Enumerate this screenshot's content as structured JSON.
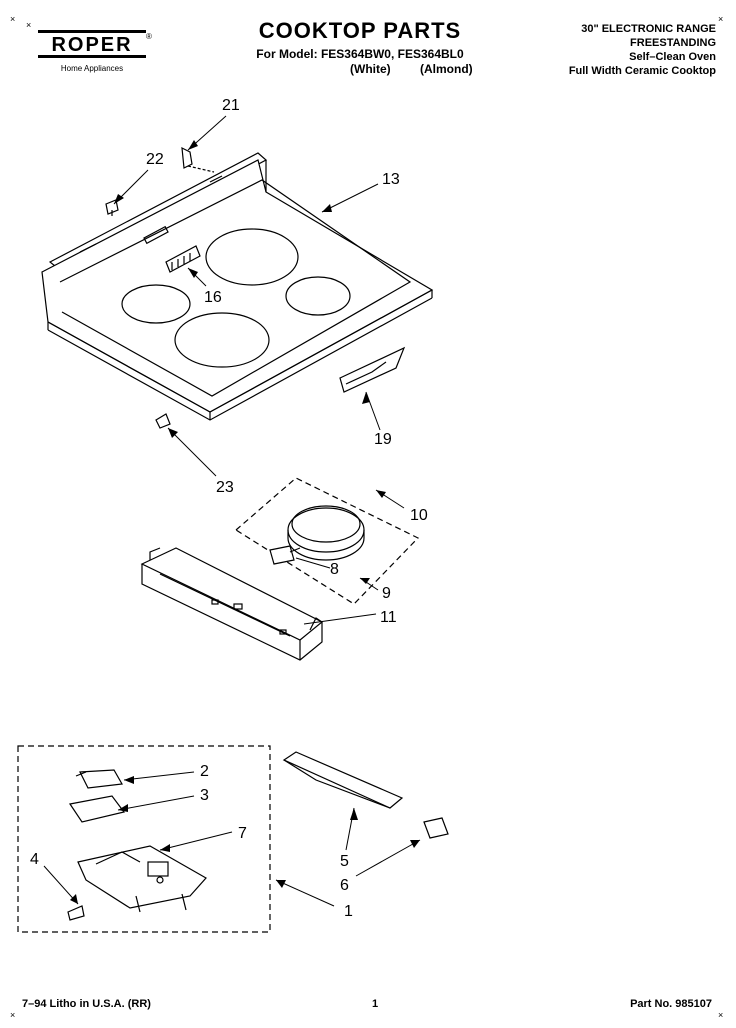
{
  "header": {
    "brand": "ROPER",
    "brand_sub": "Home Appliances",
    "trademark": "®",
    "title": "COOKTOP PARTS",
    "model_prefix": "For Model: FES364BW0, FES364BL0",
    "color_white": "(White)",
    "color_almond": "(Almond)",
    "spec_line1": "30\" ELECTRONIC RANGE",
    "spec_line2": "FREESTANDING",
    "spec_line3": "Self–Clean Oven",
    "spec_line4": "Full Width Ceramic Cooktop"
  },
  "corner_marks": {
    "mark": "×"
  },
  "callouts": {
    "c21": "21",
    "c22": "22",
    "c13": "13",
    "c16": "16",
    "c19": "19",
    "c23": "23",
    "c10": "10",
    "c8": "8",
    "c9": "9",
    "c11": "11",
    "c2": "2",
    "c3": "3",
    "c7": "7",
    "c4": "4",
    "c5": "5",
    "c6": "6",
    "c1": "1"
  },
  "footer": {
    "litho": "7–94 Litho in U.S.A. (RR)",
    "page": "1",
    "part_no": "Part No. 985107"
  }
}
